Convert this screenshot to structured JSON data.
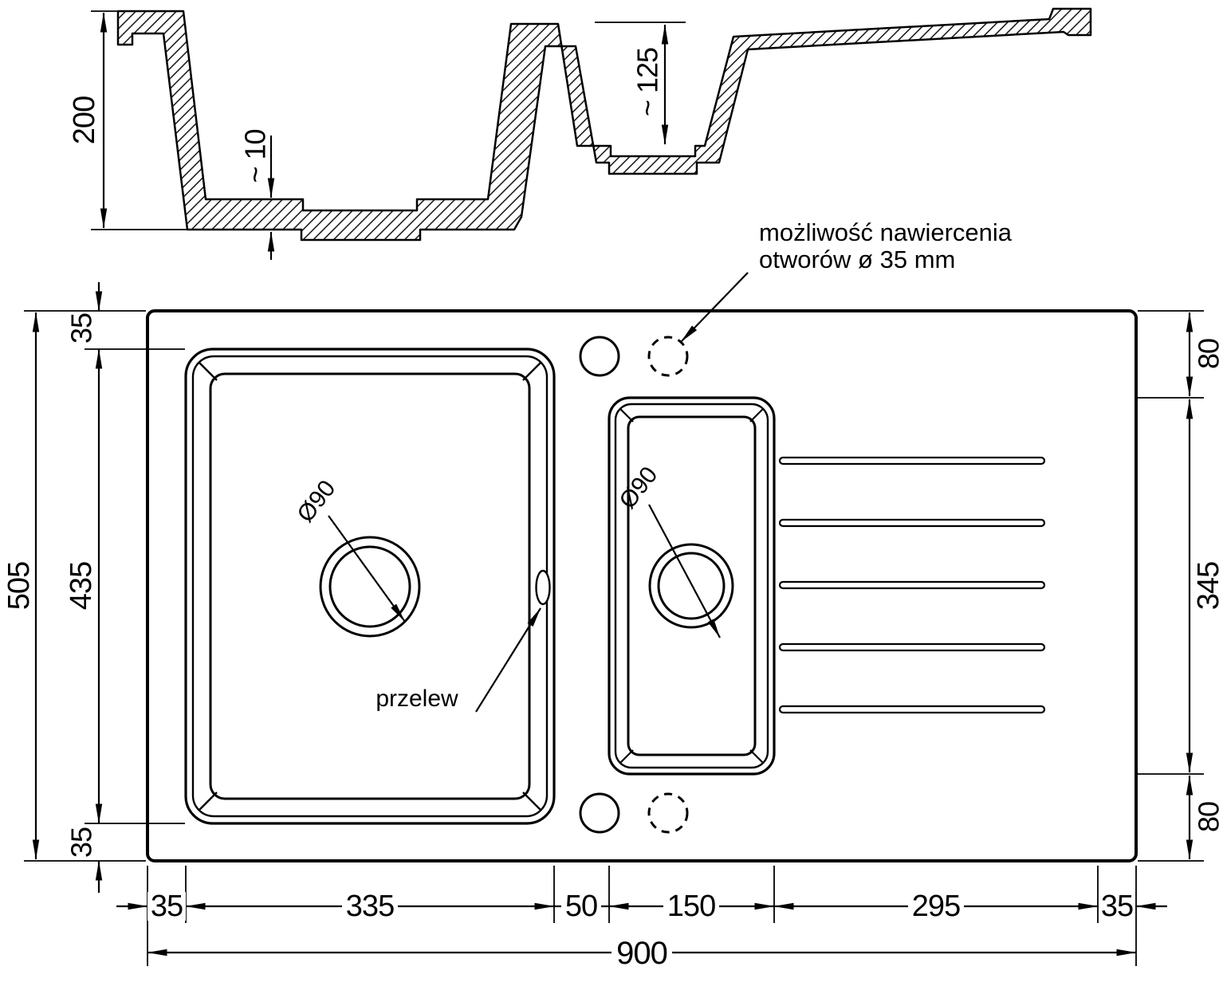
{
  "section": {
    "depth_total": "200",
    "bottom_thickness": "~ 10",
    "small_bowl_depth": "~ 125"
  },
  "plan": {
    "note_line1": "możliwość nawiercenia",
    "note_line2": "otworów ø 35 mm",
    "overflow": "przelew",
    "main_drain": "Ø90",
    "small_drain": "Ø90",
    "height_total": "505",
    "left_top_margin": "35",
    "main_bowl_height": "435",
    "left_bottom_margin": "35",
    "right_top_margin": "80",
    "small_bowl_height": "345",
    "right_bottom_margin": "80",
    "bottom": {
      "left_margin": "35",
      "main_bowl_width": "335",
      "gap": "50",
      "small_bowl_width": "150",
      "drainer_width": "295",
      "right_margin": "35",
      "total_width": "900"
    }
  },
  "colors": {
    "line": "#000000",
    "background": "#ffffff"
  }
}
